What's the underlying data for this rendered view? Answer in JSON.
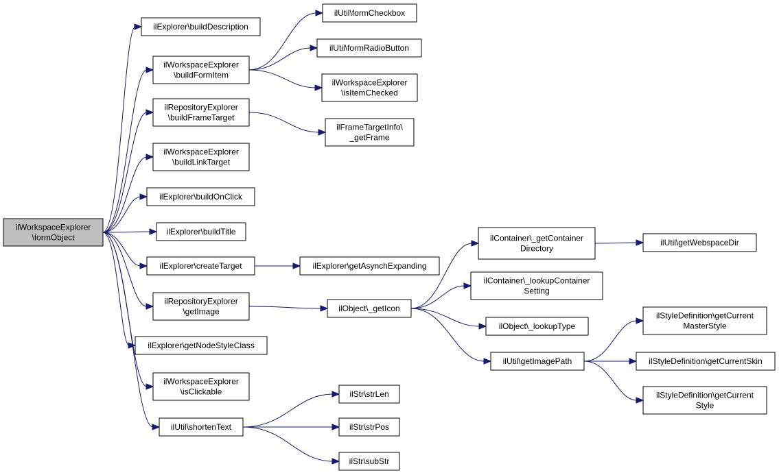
{
  "colors": {
    "edge": "#191970",
    "root_fill": "#bfbfbf",
    "node_fill": "#ffffff",
    "node_border": "#000000"
  },
  "nodes": [
    {
      "id": "formObject",
      "lines": [
        "ilWorkspaceExplorer",
        "\\formObject"
      ],
      "root": true
    },
    {
      "id": "buildDescription",
      "lines": [
        "ilExplorer\\buildDescription"
      ]
    },
    {
      "id": "buildFormItem",
      "lines": [
        "ilWorkspaceExplorer",
        "\\buildFormItem"
      ]
    },
    {
      "id": "buildFrameTarget",
      "lines": [
        "ilRepositoryExplorer",
        "\\buildFrameTarget"
      ]
    },
    {
      "id": "buildLinkTarget",
      "lines": [
        "ilWorkspaceExplorer",
        "\\buildLinkTarget"
      ]
    },
    {
      "id": "buildOnClick",
      "lines": [
        "ilExplorer\\buildOnClick"
      ]
    },
    {
      "id": "buildTitle",
      "lines": [
        "ilExplorer\\buildTitle"
      ]
    },
    {
      "id": "createTarget",
      "lines": [
        "ilExplorer\\createTarget"
      ]
    },
    {
      "id": "getImage",
      "lines": [
        "ilRepositoryExplorer",
        "\\getImage"
      ]
    },
    {
      "id": "getNodeStyleClass",
      "lines": [
        "ilExplorer\\getNodeStyleClass"
      ]
    },
    {
      "id": "isClickable",
      "lines": [
        "ilWorkspaceExplorer",
        "\\isClickable"
      ]
    },
    {
      "id": "shortenText",
      "lines": [
        "ilUtil\\shortenText"
      ]
    },
    {
      "id": "formCheckbox",
      "lines": [
        "ilUtil\\formCheckbox"
      ]
    },
    {
      "id": "formRadioButton",
      "lines": [
        "ilUtil\\formRadioButton"
      ]
    },
    {
      "id": "isItemChecked",
      "lines": [
        "ilWorkspaceExplorer",
        "\\isItemChecked"
      ]
    },
    {
      "id": "getFrame",
      "lines": [
        "ilFrameTargetInfo\\",
        "_getFrame"
      ]
    },
    {
      "id": "getAsynchExpanding",
      "lines": [
        "ilExplorer\\getAsynchExpanding"
      ]
    },
    {
      "id": "getIcon",
      "lines": [
        "ilObject\\_getIcon"
      ]
    },
    {
      "id": "strLen",
      "lines": [
        "ilStr\\strLen"
      ]
    },
    {
      "id": "strPos",
      "lines": [
        "ilStr\\strPos"
      ]
    },
    {
      "id": "subStr",
      "lines": [
        "ilStr\\subStr"
      ]
    },
    {
      "id": "getContainerDirectory",
      "lines": [
        "ilContainer\\_getContainer",
        "Directory"
      ]
    },
    {
      "id": "lookupContainerSetting",
      "lines": [
        "ilContainer\\_lookupContainer",
        "Setting"
      ]
    },
    {
      "id": "lookupType",
      "lines": [
        "ilObject\\_lookupType"
      ]
    },
    {
      "id": "getImagePath",
      "lines": [
        "ilUtil\\getImagePath"
      ]
    },
    {
      "id": "getWebspaceDir",
      "lines": [
        "ilUtil\\getWebspaceDir"
      ]
    },
    {
      "id": "getCurrentMasterStyle",
      "lines": [
        "ilStyleDefinition\\getCurrent",
        "MasterStyle"
      ]
    },
    {
      "id": "getCurrentSkin",
      "lines": [
        "ilStyleDefinition\\getCurrentSkin"
      ]
    },
    {
      "id": "getCurrentStyle",
      "lines": [
        "ilStyleDefinition\\getCurrent",
        "Style"
      ]
    }
  ],
  "edges": [
    [
      "formObject",
      "buildDescription"
    ],
    [
      "formObject",
      "buildFormItem"
    ],
    [
      "formObject",
      "buildFrameTarget"
    ],
    [
      "formObject",
      "buildLinkTarget"
    ],
    [
      "formObject",
      "buildOnClick"
    ],
    [
      "formObject",
      "buildTitle"
    ],
    [
      "formObject",
      "createTarget"
    ],
    [
      "formObject",
      "getImage"
    ],
    [
      "formObject",
      "getNodeStyleClass"
    ],
    [
      "formObject",
      "isClickable"
    ],
    [
      "formObject",
      "shortenText"
    ],
    [
      "buildFormItem",
      "formCheckbox"
    ],
    [
      "buildFormItem",
      "formRadioButton"
    ],
    [
      "buildFormItem",
      "isItemChecked"
    ],
    [
      "buildFrameTarget",
      "getFrame"
    ],
    [
      "createTarget",
      "getAsynchExpanding"
    ],
    [
      "getImage",
      "getIcon"
    ],
    [
      "shortenText",
      "strLen"
    ],
    [
      "shortenText",
      "strPos"
    ],
    [
      "shortenText",
      "subStr"
    ],
    [
      "getIcon",
      "getContainerDirectory"
    ],
    [
      "getIcon",
      "lookupContainerSetting"
    ],
    [
      "getIcon",
      "lookupType"
    ],
    [
      "getIcon",
      "getImagePath"
    ],
    [
      "getContainerDirectory",
      "getWebspaceDir"
    ],
    [
      "getImagePath",
      "getCurrentMasterStyle"
    ],
    [
      "getImagePath",
      "getCurrentSkin"
    ],
    [
      "getImagePath",
      "getCurrentStyle"
    ]
  ]
}
